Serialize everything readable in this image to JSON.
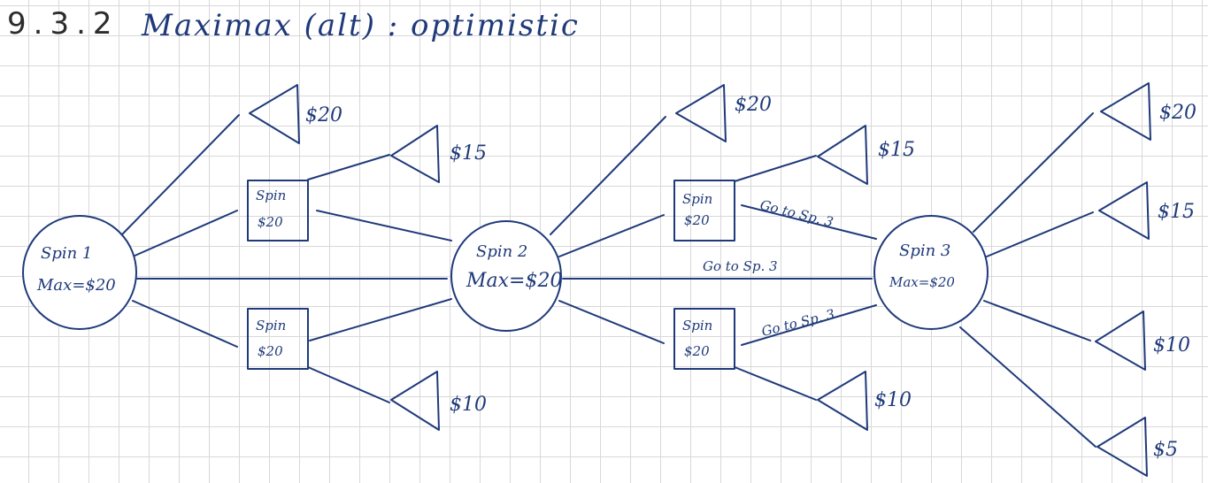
{
  "title": {
    "number": "9.3.2",
    "text": "Maximax (alt) : optimistic"
  },
  "nodes": {
    "spin1": {
      "name": "Spin 1",
      "max": "Max=$20"
    },
    "spin2": {
      "name": "Spin 2",
      "max": "Max=$20"
    },
    "spin3": {
      "name": "Spin 3",
      "max": "Max=$20"
    }
  },
  "boxes": {
    "box_a": {
      "line1": "Spin",
      "line2": "$20"
    },
    "box_b": {
      "line1": "Spin",
      "line2": "$20"
    },
    "box_c": {
      "line1": "Spin",
      "line2": "$20"
    },
    "box_d": {
      "line1": "Spin",
      "line2": "$20"
    }
  },
  "payoffs": {
    "p1": "$20",
    "p2": "$15",
    "p3": "$10",
    "p4": "$20",
    "p5": "$15",
    "p6": "$10",
    "p7": "$20",
    "p8": "$15",
    "p9": "$10",
    "p10": "$5"
  },
  "edge_labels": {
    "go_upper": "Go to Sp. 3",
    "go_middle": "Go to Sp. 3",
    "go_lower": "Go to Sp. 3"
  },
  "ink_color": "#1f3a7a"
}
